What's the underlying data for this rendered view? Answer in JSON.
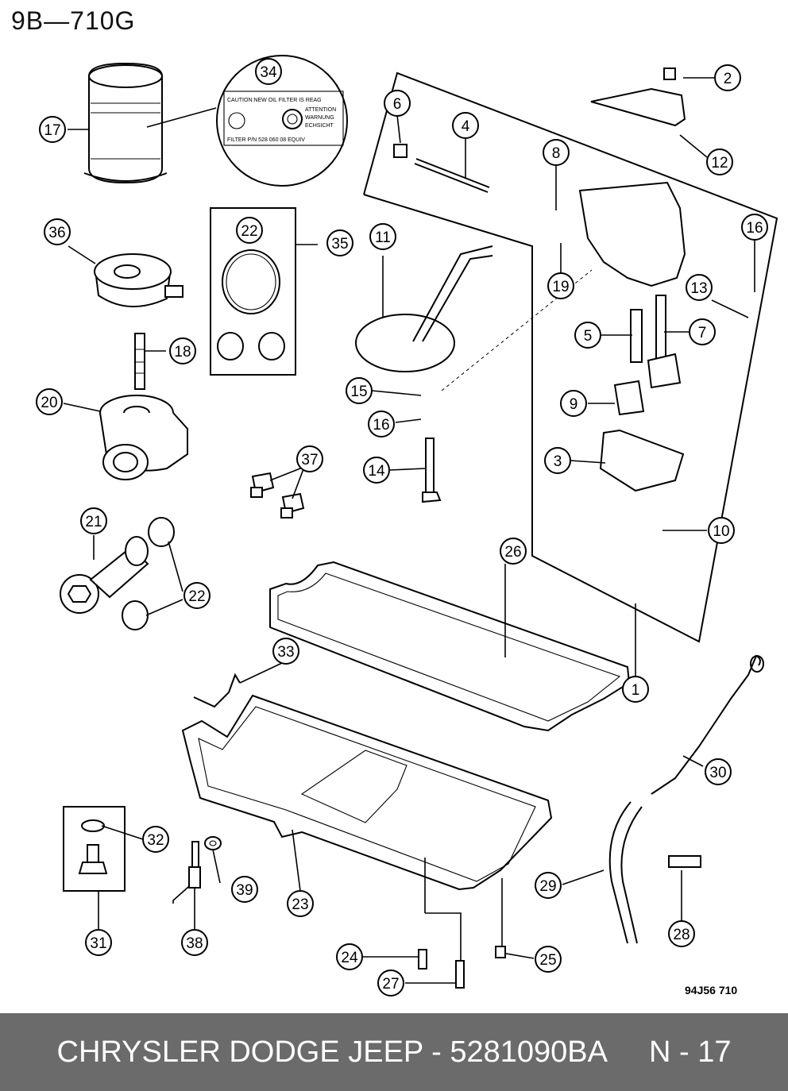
{
  "header": {
    "code": "9B—710G"
  },
  "diagram": {
    "figure_ref": "94J56 710",
    "label_text": {
      "line1": "CAUTION:NEW OIL FILTER IS REAG",
      "line2": "ATTENTION",
      "line3": "WARNUNG",
      "line4": "ECHSICHT",
      "line5": "FILTER P/N 528 060 08 EQUIV"
    },
    "callouts": [
      "1",
      "2",
      "3",
      "4",
      "5",
      "6",
      "7",
      "8",
      "9",
      "10",
      "11",
      "12",
      "13",
      "14",
      "15",
      "16",
      "16",
      "17",
      "18",
      "19",
      "20",
      "21",
      "22",
      "22",
      "23",
      "24",
      "25",
      "26",
      "27",
      "28",
      "29",
      "30",
      "31",
      "32",
      "33",
      "34",
      "35",
      "36",
      "37",
      "38",
      "39"
    ]
  },
  "footer": {
    "text": "CHRYSLER DODGE JEEP - 5281090BA",
    "page": "N - 17"
  }
}
